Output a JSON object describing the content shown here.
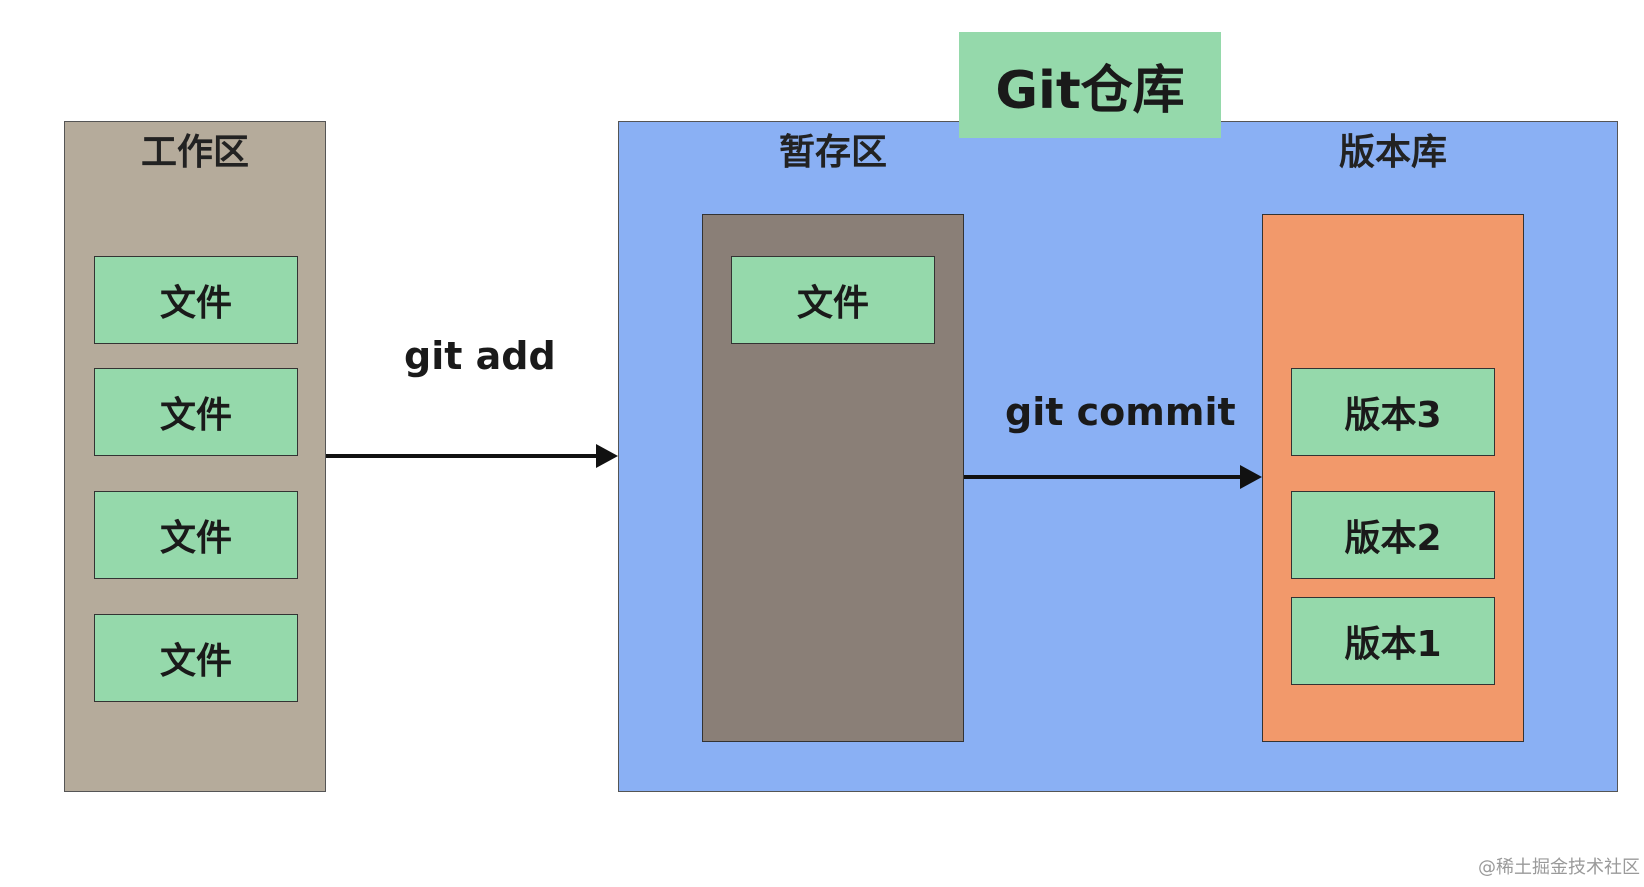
{
  "workspace": {
    "title": "工作区",
    "files": [
      "文件",
      "文件",
      "文件",
      "文件"
    ]
  },
  "repository": {
    "title": "Git仓库",
    "staging": {
      "title": "暂存区",
      "files": [
        "文件"
      ]
    },
    "versions": {
      "title": "版本库",
      "items": [
        "版本3",
        "版本2",
        "版本1"
      ]
    }
  },
  "arrows": {
    "add": "git add",
    "commit": "git commit"
  },
  "watermark": "@稀土掘金技术社区",
  "colors": {
    "workspace_bg": "#b5ab9b",
    "repo_bg": "#8ab0f4",
    "staging_bg": "#8a7f77",
    "versions_bg": "#f2996b",
    "box_bg": "#95d9ab"
  }
}
